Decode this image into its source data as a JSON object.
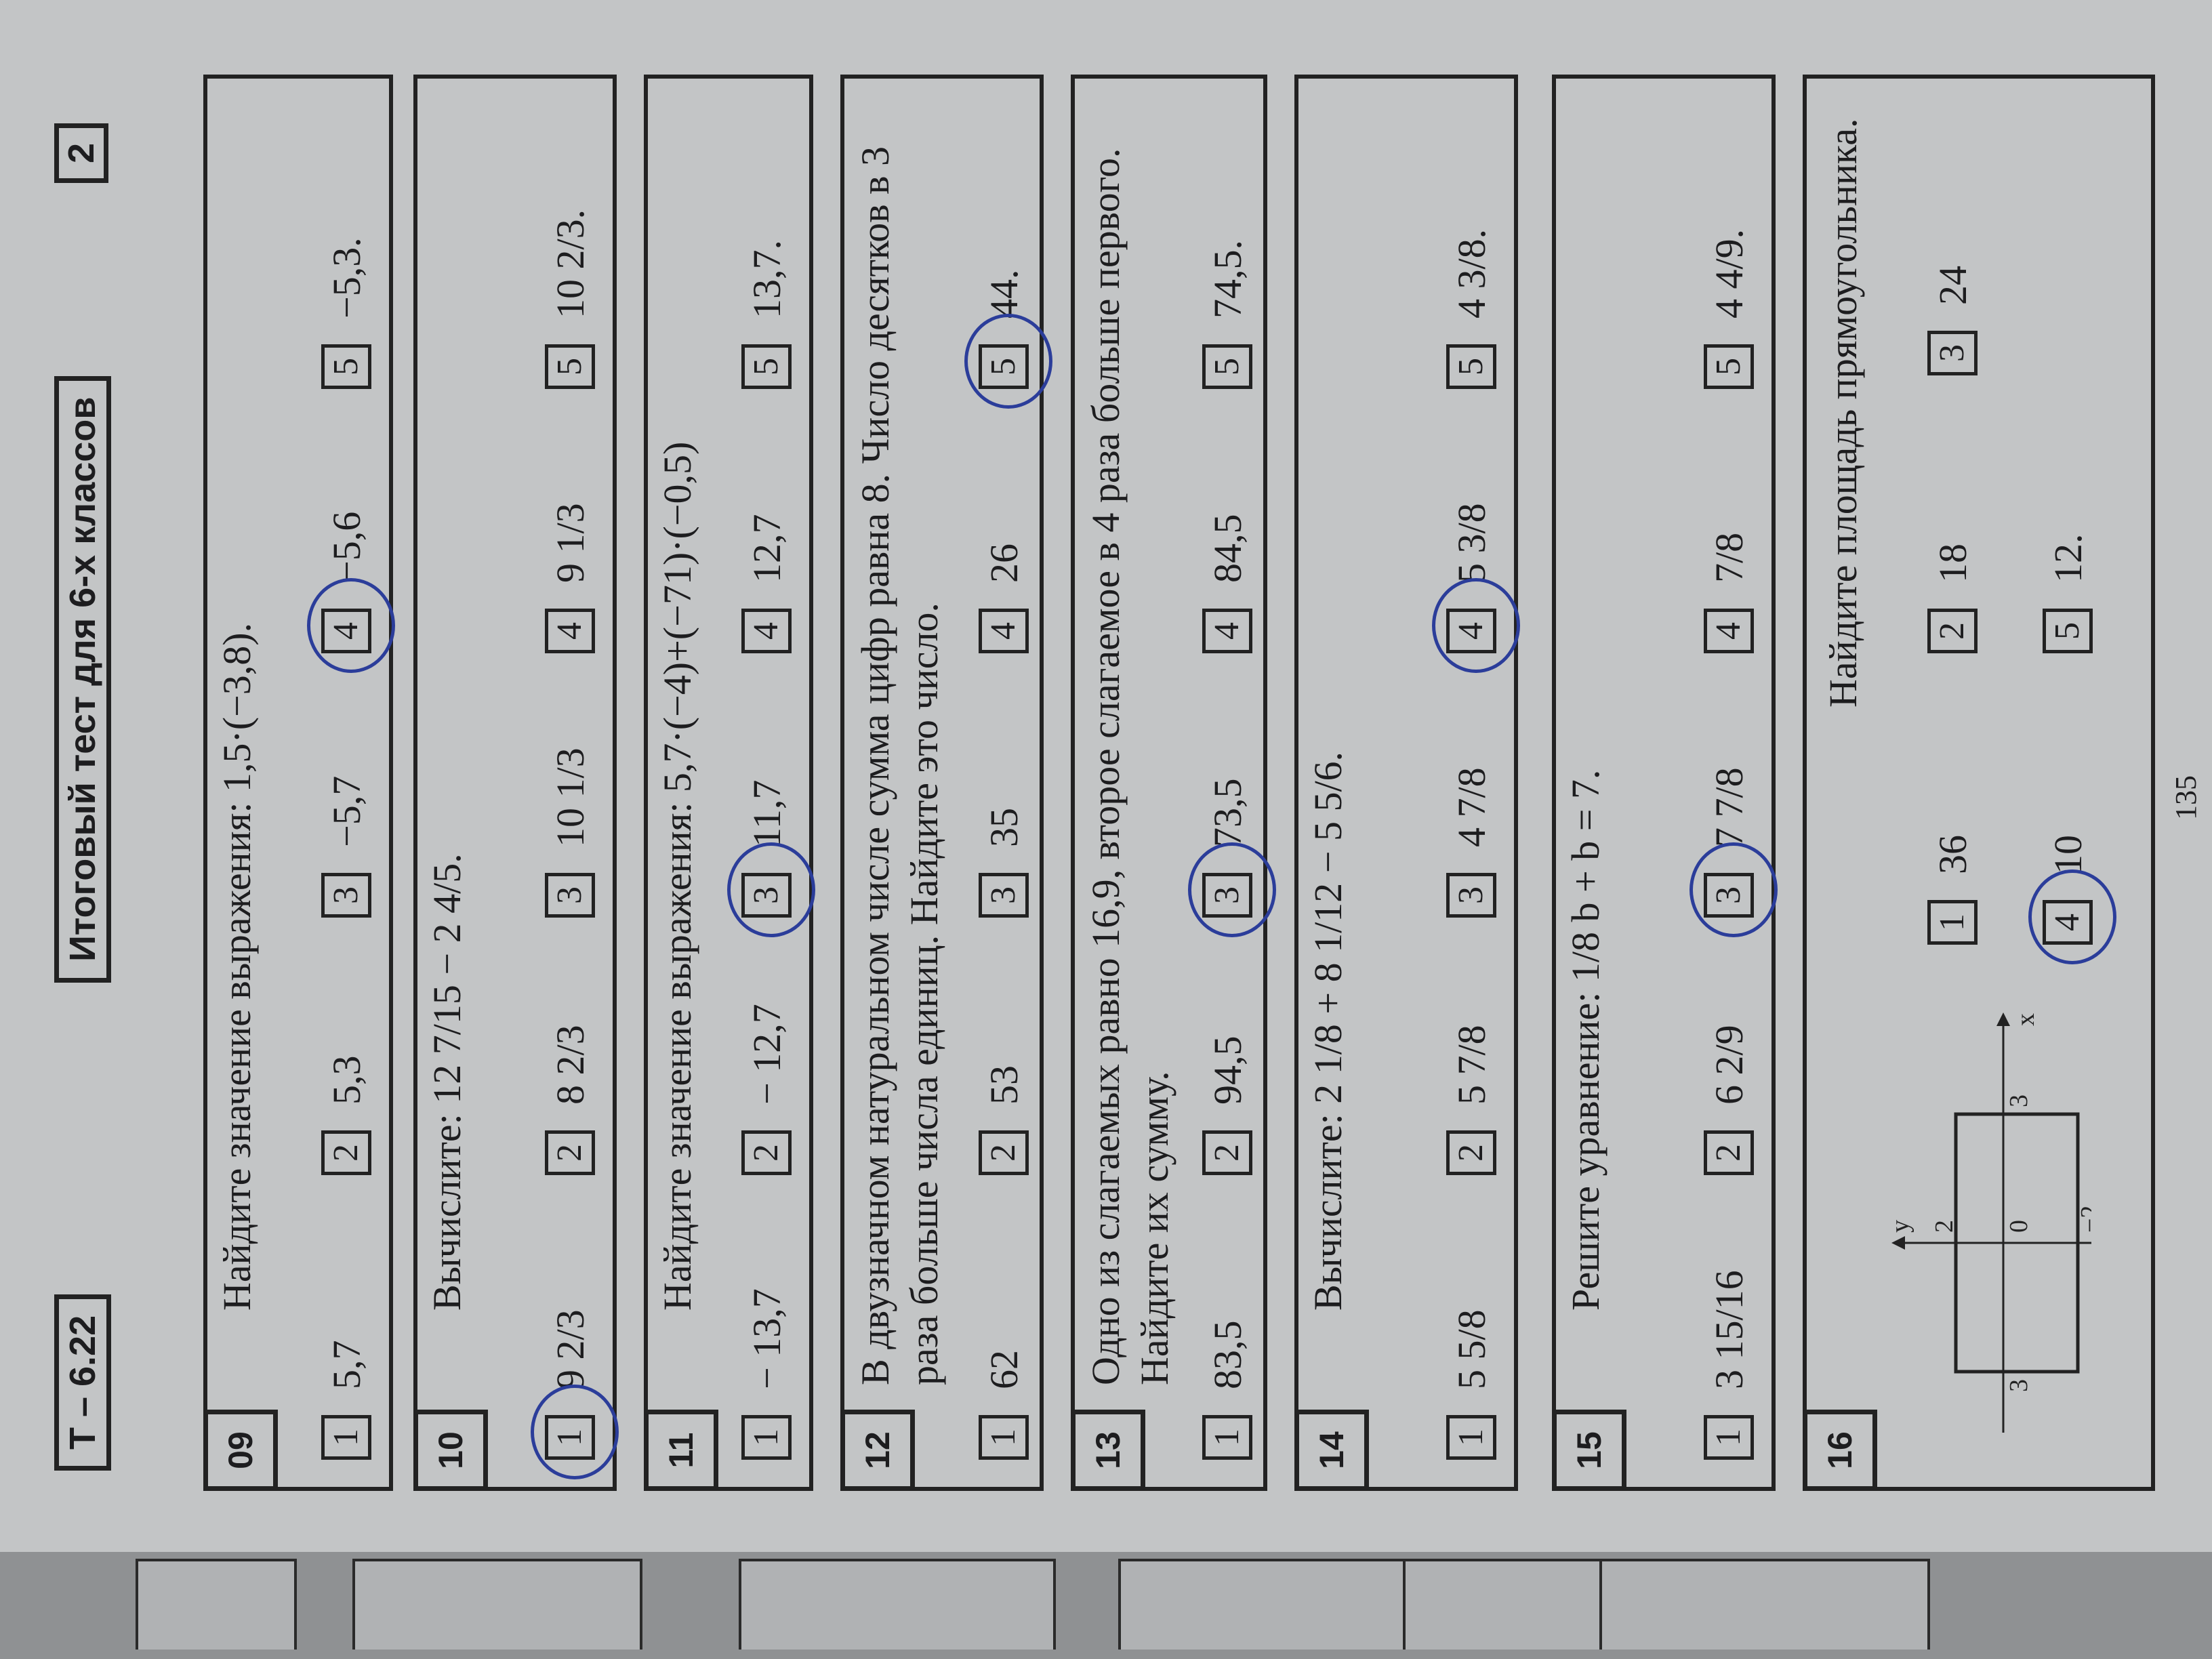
{
  "header": {
    "code": "Т – 6.22",
    "title": "Итоговый тест для 6-х классов",
    "page_number": "2"
  },
  "problems": [
    {
      "num": "09",
      "question": "Найдите значение выражения: 1,5·(−3,8).",
      "options": [
        "5,7",
        "5,3",
        "−5,7",
        "−5,6",
        "−5,3."
      ],
      "circled": 4
    },
    {
      "num": "10",
      "question": "Вычислите: 12 7/15 − 2 4/5.",
      "options": [
        "9 2/3",
        "8 2/3",
        "10 1/3",
        "9 1/3",
        "10 2/3."
      ],
      "circled": 1
    },
    {
      "num": "11",
      "question": "Найдите значение выражения: 5,7·(−4)+(−71)·(−0,5)",
      "options": [
        "− 13,7",
        "− 12,7",
        "11,7",
        "12,7",
        "13,7."
      ],
      "circled": 3
    },
    {
      "num": "12",
      "question": "В двузначном натуральном числе сумма цифр равна 8. Число десятков в 3 раза больше числа единиц. Найдите это число.",
      "options": [
        "62",
        "53",
        "35",
        "26",
        "44."
      ],
      "circled": 5
    },
    {
      "num": "13",
      "question": "Одно из слагаемых равно 16,9, второе слагаемое в 4 раза больше первого. Найдите их сумму.",
      "options": [
        "83,5",
        "94,5",
        "73,5",
        "84,5",
        "74,5."
      ],
      "circled": 3
    },
    {
      "num": "14",
      "question": "Вычислите: 2 1/8 + 8 1/12 − 5 5/6.",
      "options": [
        "5 5/8",
        "5 7/8",
        "4 7/8",
        "5 3/8",
        "4 3/8."
      ],
      "circled": 4
    },
    {
      "num": "15",
      "question": "Решите уравнение: 1/8 b + b = 7.",
      "options": [
        "3 15/16",
        "6 2/9",
        "7 7/8",
        "7/8",
        "4 4/9."
      ],
      "circled": 3
    },
    {
      "num": "16",
      "question": "Найдите площадь прямоугольника.",
      "options": [
        "36",
        "18",
        "24",
        "10",
        "12."
      ],
      "circled": 4,
      "graph_labels": {
        "x": "x",
        "y": "y",
        "zero": "0",
        "x_pos": "3",
        "x_neg": "3",
        "y_pos": "2",
        "y_neg": "−2"
      }
    }
  ],
  "option_numbers": [
    "1",
    "2",
    "3",
    "4",
    "5"
  ],
  "footer": {
    "page": "135"
  },
  "colors": {
    "ink": "#1d1d1f",
    "pen": "#2b3d9a",
    "paper": "#c3c5c6"
  }
}
